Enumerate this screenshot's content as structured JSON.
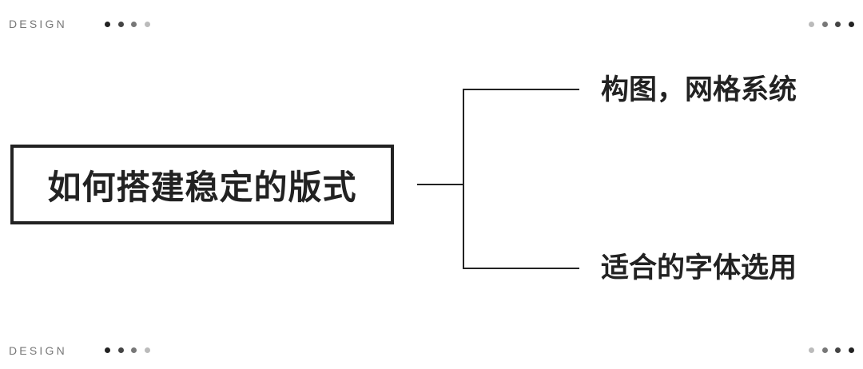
{
  "header": {
    "tag": "DESIGN",
    "dot_colors": [
      "#222222",
      "#444444",
      "#777777",
      "#bbbbbb"
    ]
  },
  "footer": {
    "tag": "DESIGN"
  },
  "diagram": {
    "root": "如何搭建稳定的版式",
    "branches": [
      "构图，网格系统",
      "适合的字体选用"
    ]
  }
}
